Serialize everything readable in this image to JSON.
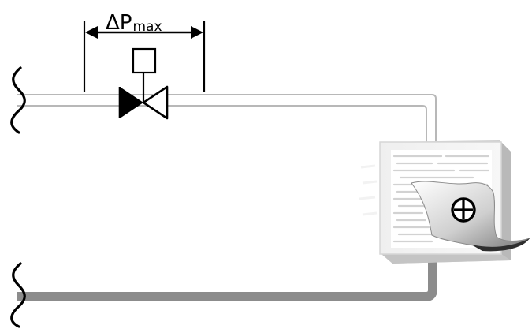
{
  "diagram": {
    "dimension_label": {
      "main": "ΔP",
      "subscript": "max"
    },
    "components": [
      {
        "name": "supply-pipe",
        "icon": "pipe-break-icon"
      },
      {
        "name": "control-valve",
        "icon": "two-way-valve-icon"
      },
      {
        "name": "valve-actuator",
        "icon": "actuator-box-icon"
      },
      {
        "name": "heat-exchanger",
        "icon": "radiator-icon"
      },
      {
        "name": "return-pipe",
        "icon": "pipe-break-icon"
      },
      {
        "name": "heating-symbol",
        "icon": "circle-plus-icon"
      }
    ]
  }
}
